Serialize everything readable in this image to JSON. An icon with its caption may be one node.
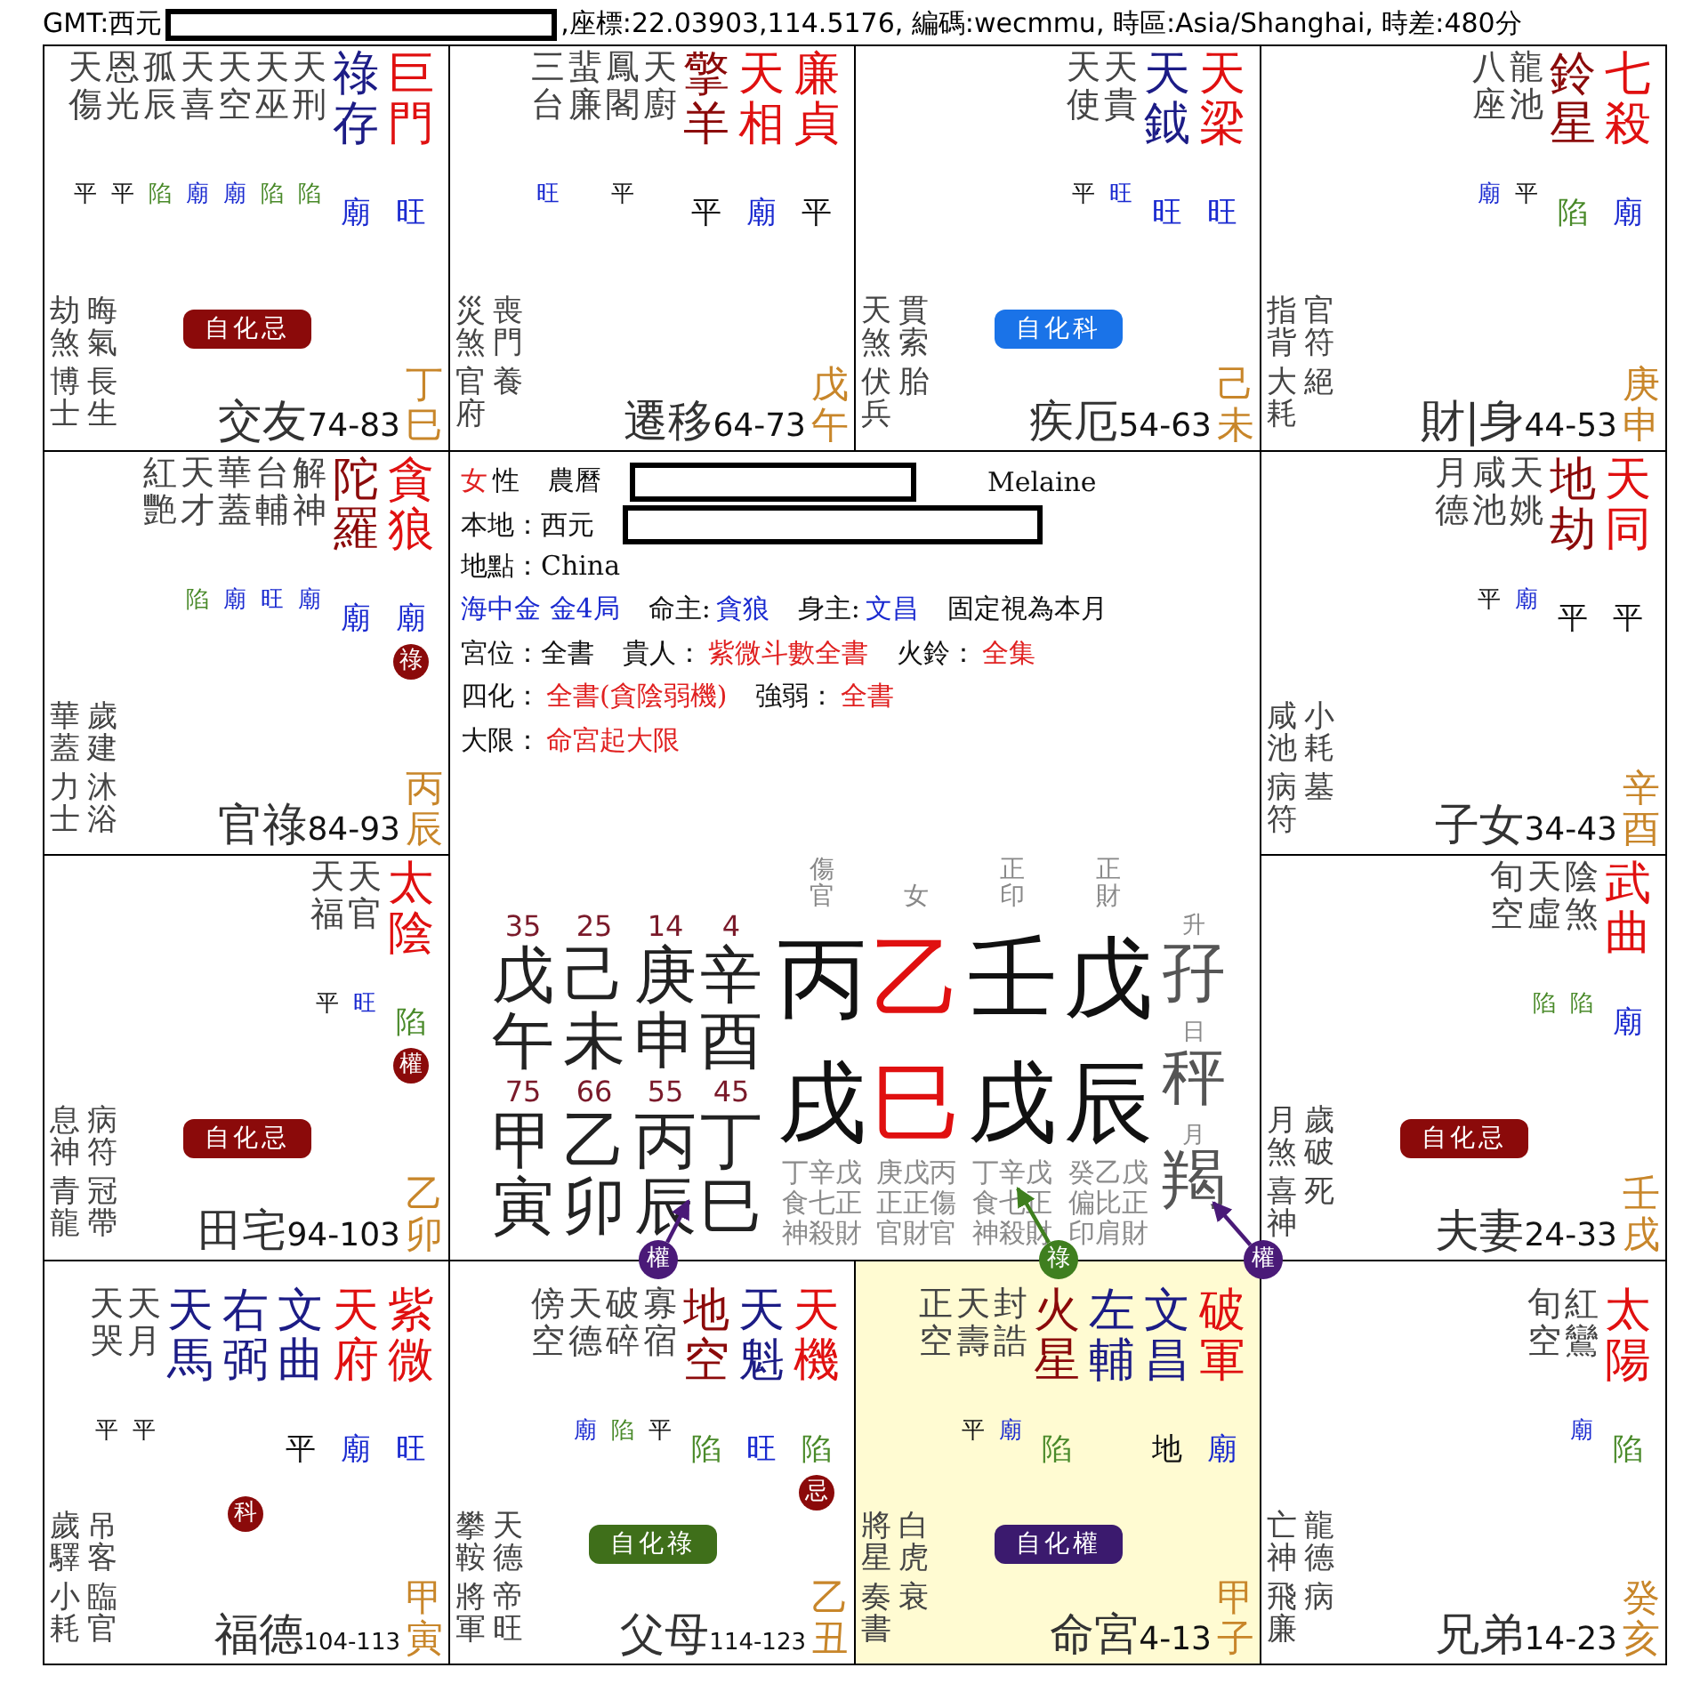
{
  "diagram": {
    "nodes": [
      {
        "text": [
          "交友",
          "74-83",
          "丁巳",
          "劫煞",
          "晦氣",
          "博士",
          "長生"
        ]
      },
      {
        "text": [
          "遷移",
          "64-73",
          "戊午",
          "災煞",
          "喪門",
          "官府",
          "養"
        ]
      },
      {
        "text": [
          "疾厄",
          "54-63",
          "己未",
          "天煞",
          "貫索",
          "伏兵",
          "胎"
        ]
      },
      {
        "text": [
          "財|身",
          "44-53",
          "庚申",
          "指背",
          "官符",
          "大耗",
          "絕"
        ]
      },
      {
        "text": [
          "官祿",
          "84-93",
          "丙辰",
          "華蓋",
          "歲建",
          "力士",
          "沐浴"
        ]
      },
      {
        "text": [
          "女",
          "性",
          "農曆",
          "Melaine",
          "本地：西元",
          "地點：China",
          "海中金 金4局",
          "命主:",
          "貪狼",
          "身主:",
          "文昌",
          "固定視為本月",
          "宮位：全書",
          "貴人：",
          "紫微斗數全書",
          "火鈴：",
          "全集",
          "四化：",
          "全書(貪陰弱機)",
          "強弱：",
          "全書",
          "大限：",
          "命宮起大限",
          "35",
          "25",
          "14",
          "4",
          "戊午",
          "己未",
          "庚申",
          "辛酉",
          "75",
          "66",
          "55",
          "45",
          "甲寅",
          "乙卯",
          "丙辰",
          "丁巳",
          "傷官",
          "女",
          "正印",
          "正財",
          "丙戌",
          "乙巳",
          "壬戌",
          "戊辰",
          "丁辛戊",
          "庚戊丙",
          "丁辛戊",
          "癸乙戊",
          "食七正",
          "正正傷",
          "食七正",
          "偏比正",
          "神殺財",
          "官財官",
          "神殺財",
          "印肩財",
          "升",
          "孖",
          "日",
          "秤",
          "月",
          "羯"
        ]
      },
      {
        "text": [
          "子女",
          "34-43",
          "辛酉",
          "咸池",
          "小耗",
          "病符",
          "墓"
        ]
      },
      {
        "text": [
          "田宅",
          "94-103",
          "乙卯",
          "息神",
          "病符",
          "青龍",
          "冠帶"
        ]
      },
      {
        "text": [
          "夫妻",
          "24-33",
          "壬戌",
          "月煞",
          "歲破",
          "喜神",
          "死"
        ]
      },
      {
        "text": [
          "福德",
          "104-113",
          "甲寅",
          "歲驛",
          "吊客",
          "小耗",
          "臨官"
        ]
      },
      {
        "text": [
          "父母",
          "114-123",
          "乙丑",
          "攀鞍",
          "天德",
          "將軍",
          "帝旺"
        ]
      },
      {
        "text": [
          "命宮",
          "4-13",
          "甲子",
          "將星",
          "白虎",
          "奏書",
          "衰"
        ]
      },
      {
        "text": [
          "兄弟",
          "14-23",
          "癸亥",
          "亡神",
          "龍德",
          "飛廉",
          "病"
        ]
      },
      {
        "text": [
          "天傷",
          "平"
        ],
        "in": 0
      },
      {
        "text": [
          "恩光",
          "平"
        ],
        "in": 0
      },
      {
        "text": [
          "孤辰",
          "陷"
        ],
        "in": 0
      },
      {
        "text": [
          "天喜",
          "廟"
        ],
        "in": 0
      },
      {
        "text": [
          "天空",
          "廟"
        ],
        "in": 0
      },
      {
        "text": [
          "天巫",
          "陷"
        ],
        "in": 0
      },
      {
        "text": [
          "天刑",
          "陷"
        ],
        "in": 0
      },
      {
        "text": [
          "祿存",
          "廟"
        ],
        "in": 0
      },
      {
        "text": [
          "巨門",
          "旺"
        ],
        "in": 0
      },
      {
        "text": [
          "自化忌"
        ],
        "in": 0
      },
      {
        "text": [
          "三台",
          "旺"
        ],
        "in": 1
      },
      {
        "text": [
          "蜚廉"
        ],
        "in": 1
      },
      {
        "text": [
          "鳳閣",
          "平"
        ],
        "in": 1
      },
      {
        "text": [
          "天廚"
        ],
        "in": 1
      },
      {
        "text": [
          "擎羊",
          "平"
        ],
        "in": 1
      },
      {
        "text": [
          "天相",
          "廟"
        ],
        "in": 1
      },
      {
        "text": [
          "廉貞",
          "平"
        ],
        "in": 1
      },
      {
        "text": [
          "天使",
          "平"
        ],
        "in": 2
      },
      {
        "text": [
          "天貴",
          "旺"
        ],
        "in": 2
      },
      {
        "text": [
          "天鉞",
          "旺"
        ],
        "in": 2
      },
      {
        "text": [
          "天梁",
          "旺"
        ],
        "in": 2
      },
      {
        "text": [
          "自化科"
        ],
        "in": 2
      },
      {
        "text": [
          "八座",
          "廟"
        ],
        "in": 3
      },
      {
        "text": [
          "龍池",
          "平"
        ],
        "in": 3
      },
      {
        "text": [
          "鈴星",
          "陷"
        ],
        "in": 3
      },
      {
        "text": [
          "七殺",
          "廟"
        ],
        "in": 3
      },
      {
        "text": [
          "紅艷"
        ],
        "in": 4
      },
      {
        "text": [
          "天才",
          "陷"
        ],
        "in": 4
      },
      {
        "text": [
          "華蓋",
          "廟"
        ],
        "in": 4
      },
      {
        "text": [
          "台輔",
          "旺"
        ],
        "in": 4
      },
      {
        "text": [
          "解神",
          "廟"
        ],
        "in": 4
      },
      {
        "text": [
          "陀羅",
          "廟"
        ],
        "in": 4
      },
      {
        "text": [
          "貪狼",
          "廟"
        ],
        "in": 4
      },
      {
        "text": [
          "祿"
        ],
        "in": 45
      },
      {
        "text": [
          "月德"
        ],
        "in": 6
      },
      {
        "text": [
          "咸池",
          "平"
        ],
        "in": 6
      },
      {
        "text": [
          "天姚",
          "廟"
        ],
        "in": 6
      },
      {
        "text": [
          "地劫",
          "平"
        ],
        "in": 6
      },
      {
        "text": [
          "天同",
          "平"
        ],
        "in": 6
      },
      {
        "text": [
          "天福",
          "平"
        ],
        "in": 7
      },
      {
        "text": [
          "天官",
          "旺"
        ],
        "in": 7
      },
      {
        "text": [
          "太陰",
          "陷"
        ],
        "in": 7
      },
      {
        "text": [
          "權"
        ],
        "in": 54
      },
      {
        "text": [
          "自化忌"
        ],
        "in": 7
      },
      {
        "text": [
          "旬空"
        ],
        "in": 8
      },
      {
        "text": [
          "天虛",
          "陷"
        ],
        "in": 8
      },
      {
        "text": [
          "陰煞",
          "陷"
        ],
        "in": 8
      },
      {
        "text": [
          "武曲",
          "廟"
        ],
        "in": 8
      },
      {
        "text": [
          "自化忌"
        ],
        "in": 8
      },
      {
        "text": [
          "天哭",
          "平"
        ],
        "in": 9
      },
      {
        "text": [
          "天月",
          "平"
        ],
        "in": 9
      },
      {
        "text": [
          "天馬"
        ],
        "in": 9
      },
      {
        "text": [
          "右弼"
        ],
        "in": 9
      },
      {
        "text": [
          "科"
        ],
        "in": 65
      },
      {
        "text": [
          "文曲",
          "平"
        ],
        "in": 9
      },
      {
        "text": [
          "天府",
          "廟"
        ],
        "in": 9
      },
      {
        "text": [
          "紫微",
          "旺"
        ],
        "in": 9
      },
      {
        "text": [
          "傍空"
        ],
        "in": 10
      },
      {
        "text": [
          "天德",
          "廟"
        ],
        "in": 10
      },
      {
        "text": [
          "破碎",
          "陷"
        ],
        "in": 10
      },
      {
        "text": [
          "寡宿",
          "平"
        ],
        "in": 10
      },
      {
        "text": [
          "地空",
          "陷"
        ],
        "in": 10
      },
      {
        "text": [
          "天魁",
          "旺"
        ],
        "in": 10
      },
      {
        "text": [
          "天機",
          "陷"
        ],
        "in": 10
      },
      {
        "text": [
          "忌"
        ],
        "in": 76
      },
      {
        "text": [
          "自化祿"
        ],
        "in": 10
      },
      {
        "text": [
          "正空"
        ],
        "in": 11
      },
      {
        "text": [
          "天壽",
          "平"
        ],
        "in": 11
      },
      {
        "text": [
          "封誥",
          "廟"
        ],
        "in": 11
      },
      {
        "text": [
          "火星",
          "陷"
        ],
        "in": 11
      },
      {
        "text": [
          "左輔"
        ],
        "in": 11
      },
      {
        "text": [
          "文昌",
          "地"
        ],
        "in": 11
      },
      {
        "text": [
          "破軍",
          "廟"
        ],
        "in": 11
      },
      {
        "text": [
          "自化權"
        ],
        "in": 11
      },
      {
        "text": [
          "旬空"
        ],
        "in": 12
      },
      {
        "text": [
          "紅鸞",
          "廟"
        ],
        "in": 12
      },
      {
        "text": [
          "太陽",
          "陷"
        ],
        "in": 12
      },
      {
        "text": [
          "權"
        ]
      },
      {
        "text": [
          "祿"
        ]
      },
      {
        "text": [
          "權"
        ]
      }
    ],
    "edges": [
      {
        "from": 90,
        "to": 5,
        "arrow": "to"
      },
      {
        "from": 91,
        "to": 5,
        "arrow": "to",
        "color": "#3f7f1f"
      },
      {
        "from": 92,
        "to": 5,
        "arrow": "to"
      }
    ],
    "labels": [
      "GMT:西元",
      ",座標:22.03903,114.5176, 編碼:wecmmu, 時區:Asia/Shanghai, 時差:480分"
    ]
  }
}
